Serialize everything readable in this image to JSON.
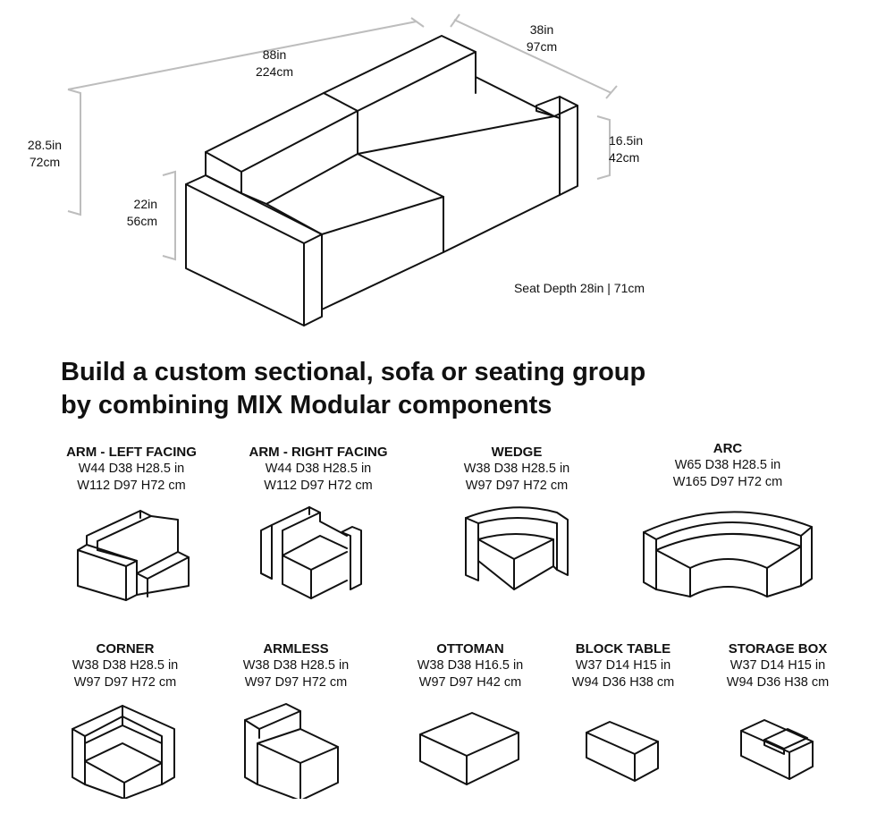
{
  "hero": {
    "dims": {
      "width_in": "88in",
      "width_cm": "224cm",
      "depth_in": "38in",
      "depth_cm": "97cm",
      "height_in": "28.5in",
      "height_cm": "72cm",
      "arm_in": "22in",
      "arm_cm": "56cm",
      "seat_in": "16.5in",
      "seat_cm": "42cm"
    },
    "seat_depth": "Seat Depth 28in | 71cm"
  },
  "headline": {
    "line1": "Build a custom sectional, sofa or seating group",
    "line2": "by combining MIX Modular components"
  },
  "components": [
    {
      "name": "ARM - LEFT FACING",
      "dim_in": "W44 D38 H28.5 in",
      "dim_cm": "W112 D97 H72 cm",
      "icon": "arm-left-icon"
    },
    {
      "name": "ARM - RIGHT FACING",
      "dim_in": "W44 D38 H28.5 in",
      "dim_cm": "W112 D97 H72 cm",
      "icon": "arm-right-icon"
    },
    {
      "name": "WEDGE",
      "dim_in": "W38 D38 H28.5 in",
      "dim_cm": "W97 D97 H72 cm",
      "icon": "wedge-icon"
    },
    {
      "name": "ARC",
      "dim_in": "W65 D38 H28.5 in",
      "dim_cm": "W165 D97 H72 cm",
      "icon": "arc-icon"
    },
    {
      "name": "CORNER",
      "dim_in": "W38 D38 H28.5 in",
      "dim_cm": "W97 D97 H72 cm",
      "icon": "corner-icon"
    },
    {
      "name": "ARMLESS",
      "dim_in": "W38 D38 H28.5 in",
      "dim_cm": "W97 D97 H72 cm",
      "icon": "armless-icon"
    },
    {
      "name": "OTTOMAN",
      "dim_in": "W38 D38 H16.5 in",
      "dim_cm": "W97 D97 H42 cm",
      "icon": "ottoman-icon"
    },
    {
      "name": "BLOCK TABLE",
      "dim_in": "W37 D14 H15 in",
      "dim_cm": "W94 D36 H38 cm",
      "icon": "block-table-icon"
    },
    {
      "name": "STORAGE BOX",
      "dim_in": "W37 D14 H15 in",
      "dim_cm": "W94 D36 H38 cm",
      "icon": "storage-box-icon"
    }
  ]
}
